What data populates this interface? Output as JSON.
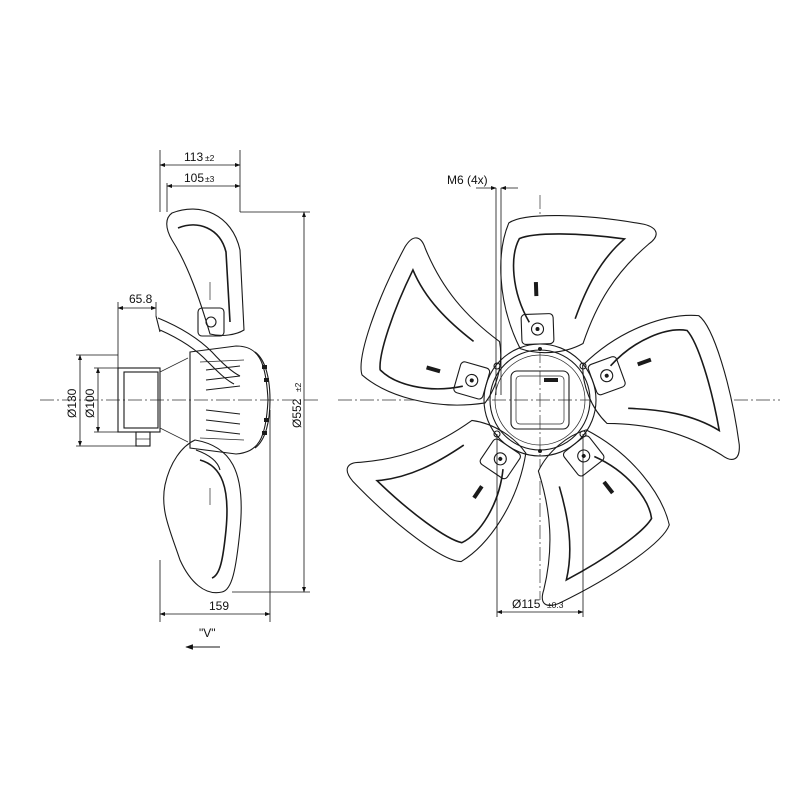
{
  "side_view": {
    "dim_113": {
      "value": "113",
      "tol": "±2"
    },
    "dim_105": {
      "value": "105",
      "tol": "±3"
    },
    "dim_65_8": "65.8",
    "dim_130": "Ø130",
    "dim_100": "Ø100",
    "dim_552": {
      "value": "Ø552",
      "tol": "±2"
    },
    "dim_159": "159",
    "airflow_label": "\"V\""
  },
  "front_view": {
    "thread_label": "M6 (4x)",
    "dim_115": {
      "value": "Ø115",
      "tol": "±0.3"
    }
  },
  "colors": {
    "line": "#1a1a1a",
    "background": "#ffffff"
  }
}
